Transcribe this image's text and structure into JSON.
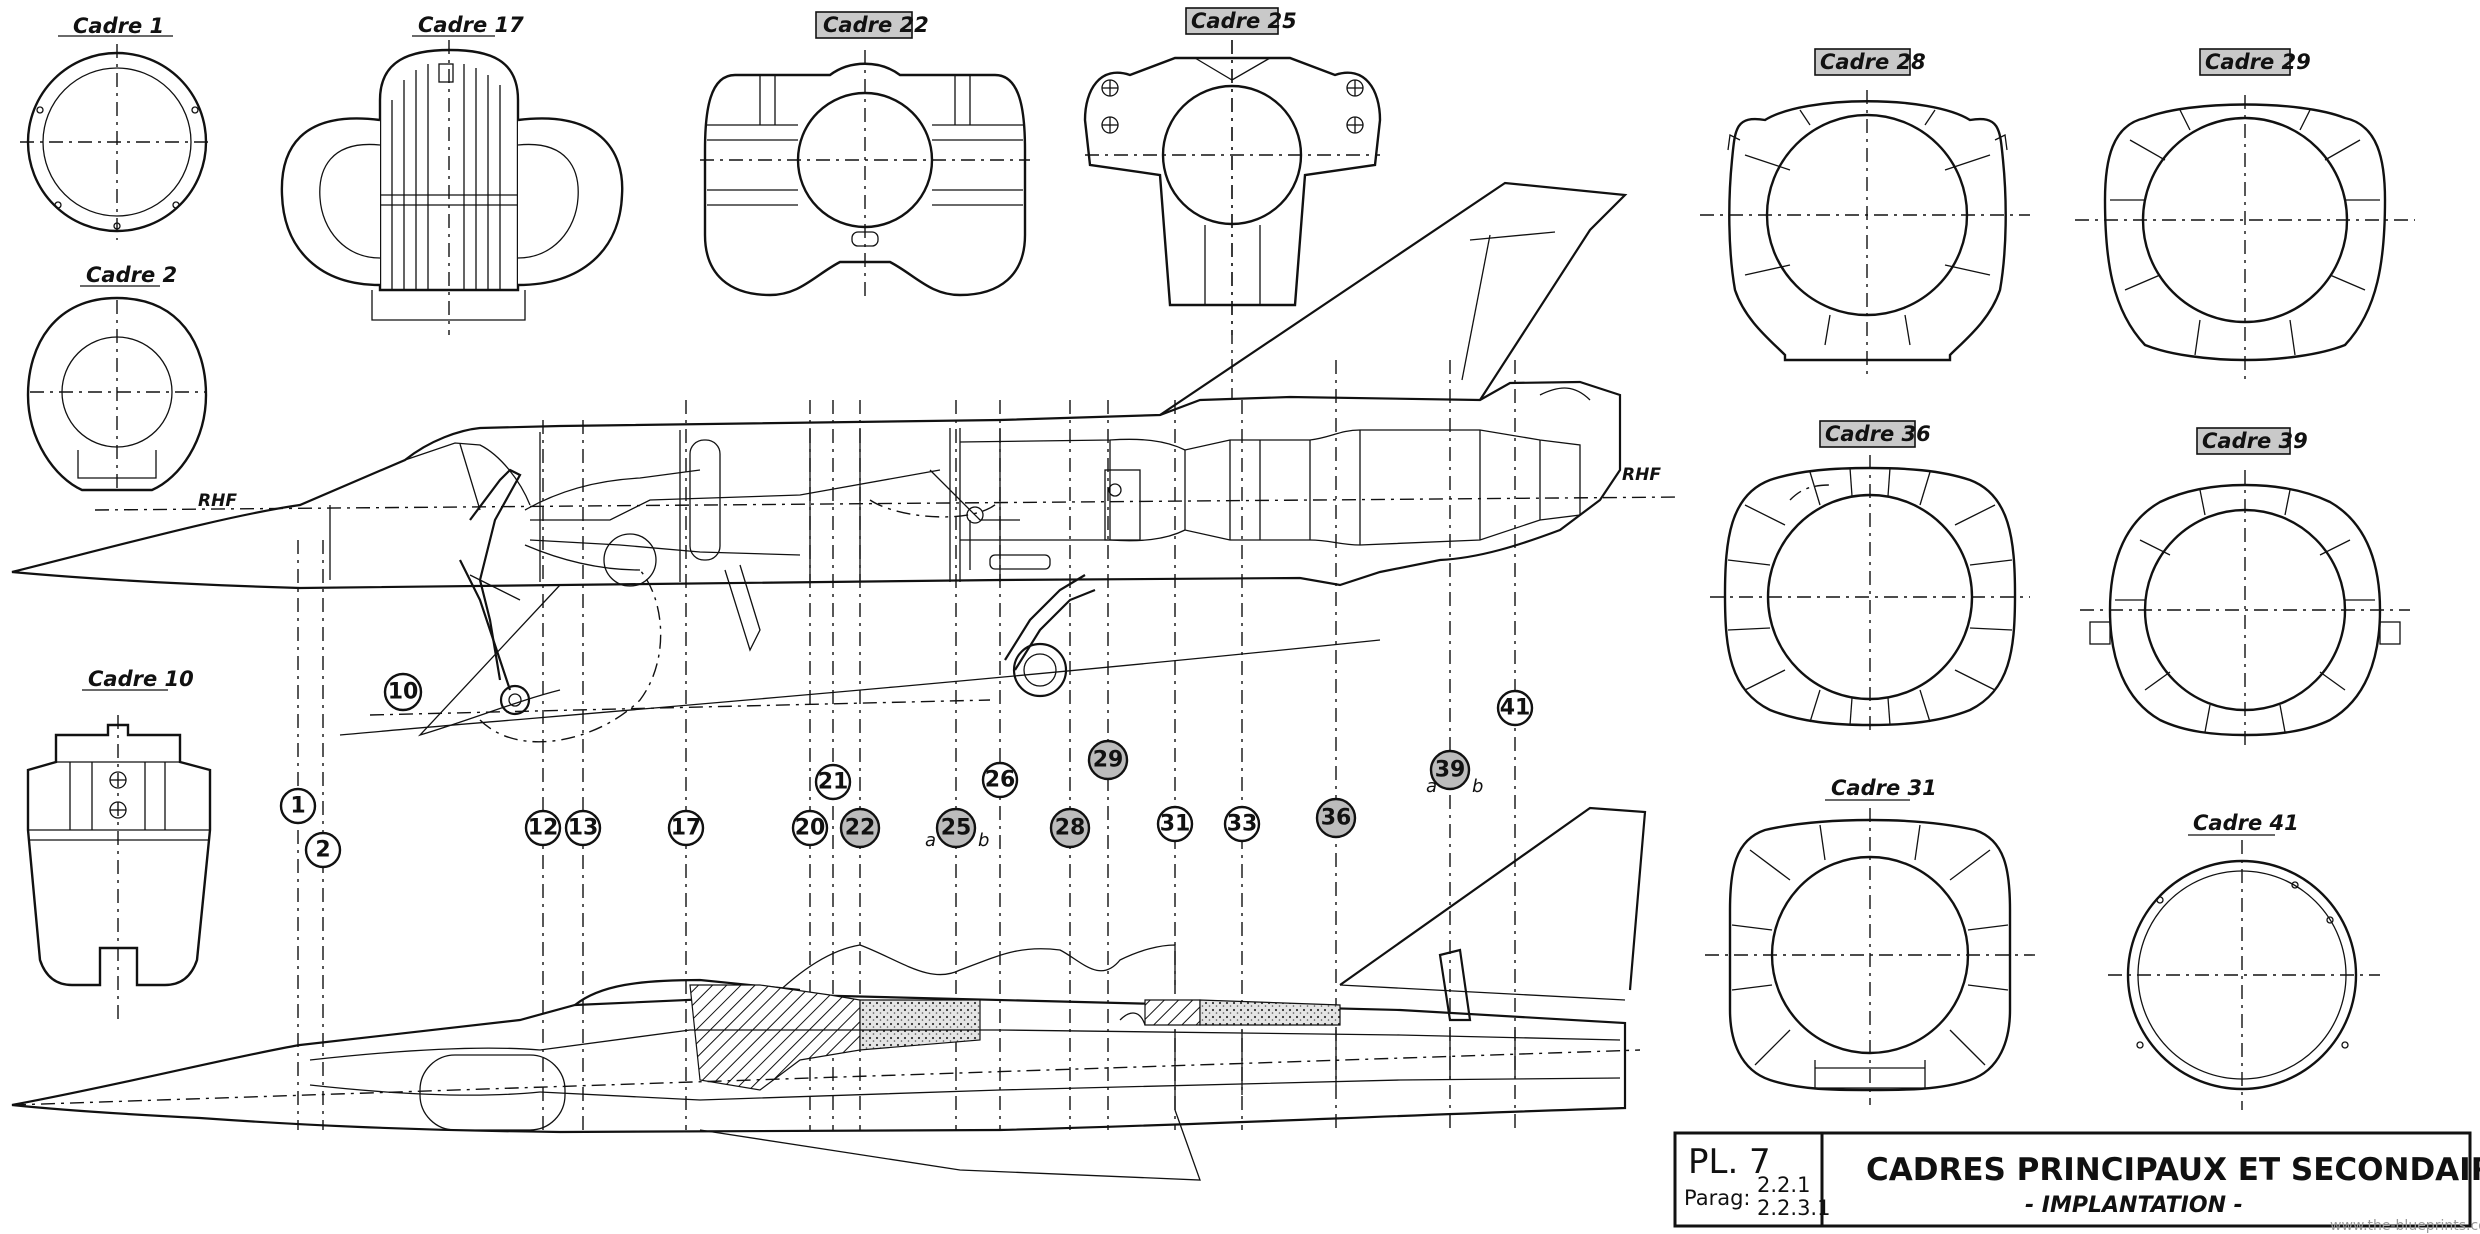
{
  "frame_labels": {
    "cadre_1": "Cadre 1",
    "cadre_2": "Cadre 2",
    "cadre_10": "Cadre 10",
    "cadre_17": "Cadre 17",
    "cadre_22": "Cadre 22",
    "cadre_25": "Cadre 25",
    "cadre_28": "Cadre 28",
    "cadre_29": "Cadre 29",
    "cadre_36": "Cadre 36",
    "cadre_39": "Cadre 39",
    "cadre_31": "Cadre 31",
    "cadre_41": "Cadre 41"
  },
  "datum": {
    "left": "RHF",
    "right": "RHF"
  },
  "stations": [
    {
      "n": "1",
      "shaded": false
    },
    {
      "n": "2",
      "shaded": false
    },
    {
      "n": "10",
      "shaded": false
    },
    {
      "n": "12",
      "shaded": false
    },
    {
      "n": "13",
      "shaded": false
    },
    {
      "n": "17",
      "shaded": false
    },
    {
      "n": "20",
      "shaded": false
    },
    {
      "n": "21",
      "shaded": false
    },
    {
      "n": "22",
      "shaded": true
    },
    {
      "n": "25",
      "shaded": true
    },
    {
      "n": "26",
      "shaded": false
    },
    {
      "n": "28",
      "shaded": true
    },
    {
      "n": "29",
      "shaded": true
    },
    {
      "n": "31",
      "shaded": false
    },
    {
      "n": "33",
      "shaded": false
    },
    {
      "n": "36",
      "shaded": true
    },
    {
      "n": "39",
      "shaded": true
    },
    {
      "n": "41",
      "shaded": false
    }
  ],
  "station_subs": {
    "a25": "a",
    "b25": "b",
    "a39": "a",
    "b39": "b"
  },
  "title_block": {
    "plate": "PL. 7",
    "parag_label": "Parag:",
    "parag_1": "2.2.1",
    "parag_2": "2.2.3.1",
    "title": "CADRES PRINCIPAUX ET SECONDAIRES",
    "subtitle": "- IMPLANTATION -"
  },
  "watermark": "www.the-blueprints.com"
}
